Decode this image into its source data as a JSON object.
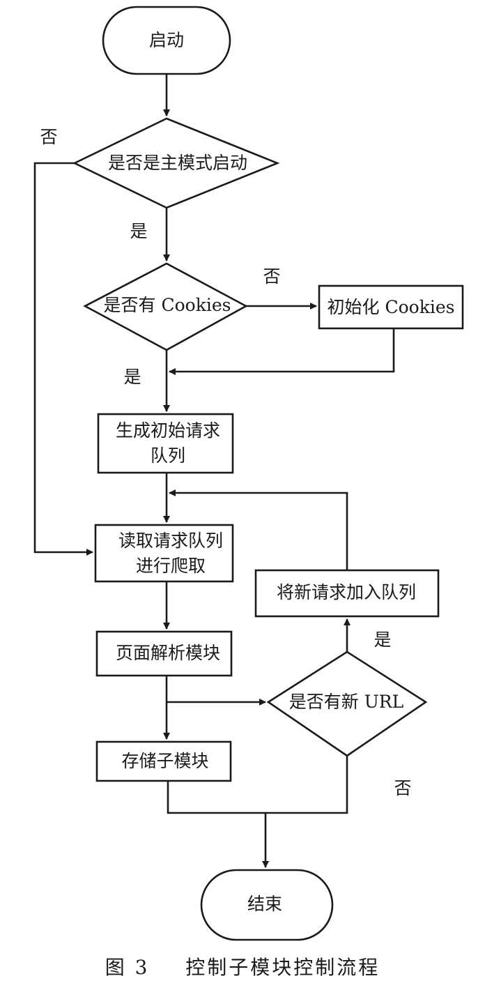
{
  "nodes": {
    "start": "启动",
    "decision_master": "是否是主模式启动",
    "decision_cookies": "是否有 Cookies",
    "init_cookies": "初始化 Cookies",
    "gen_queue_line1": "生成初始请求",
    "gen_queue_line2": "队列",
    "read_queue_line1": "读取请求队列",
    "read_queue_line2": "进行爬取",
    "parse": "页面解析模块",
    "add_queue": "将新请求加入队列",
    "decision_new_url": "是否有新 URL",
    "storage": "存储子模块",
    "end": "结束"
  },
  "edge_labels": {
    "master_no": "否",
    "master_yes": "是",
    "cookies_no": "否",
    "cookies_yes": "是",
    "new_url_yes": "是",
    "new_url_no": "否"
  },
  "caption": {
    "figure": "图 3",
    "title": "控制子模块控制流程"
  }
}
